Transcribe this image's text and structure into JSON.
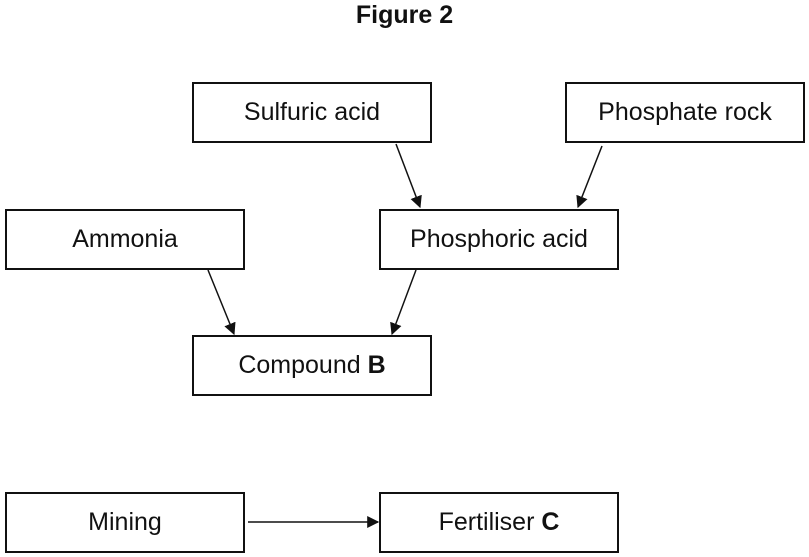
{
  "figure_title": "Figure 2",
  "nodes": {
    "sulfuric_acid": "Sulfuric acid",
    "phosphate_rock": "Phosphate rock",
    "ammonia": "Ammonia",
    "phosphoric_acid": "Phosphoric acid",
    "compound_b": {
      "text": "Compound",
      "bold": "B"
    },
    "mining": "Mining",
    "fertiliser_c": {
      "text": "Fertiliser",
      "bold": "C"
    }
  },
  "edges": [
    {
      "from": "Sulfuric acid",
      "to": "Phosphoric acid"
    },
    {
      "from": "Phosphate rock",
      "to": "Phosphoric acid"
    },
    {
      "from": "Ammonia",
      "to": "Compound B"
    },
    {
      "from": "Phosphoric acid",
      "to": "Compound B"
    },
    {
      "from": "Mining",
      "to": "Fertiliser C"
    }
  ]
}
